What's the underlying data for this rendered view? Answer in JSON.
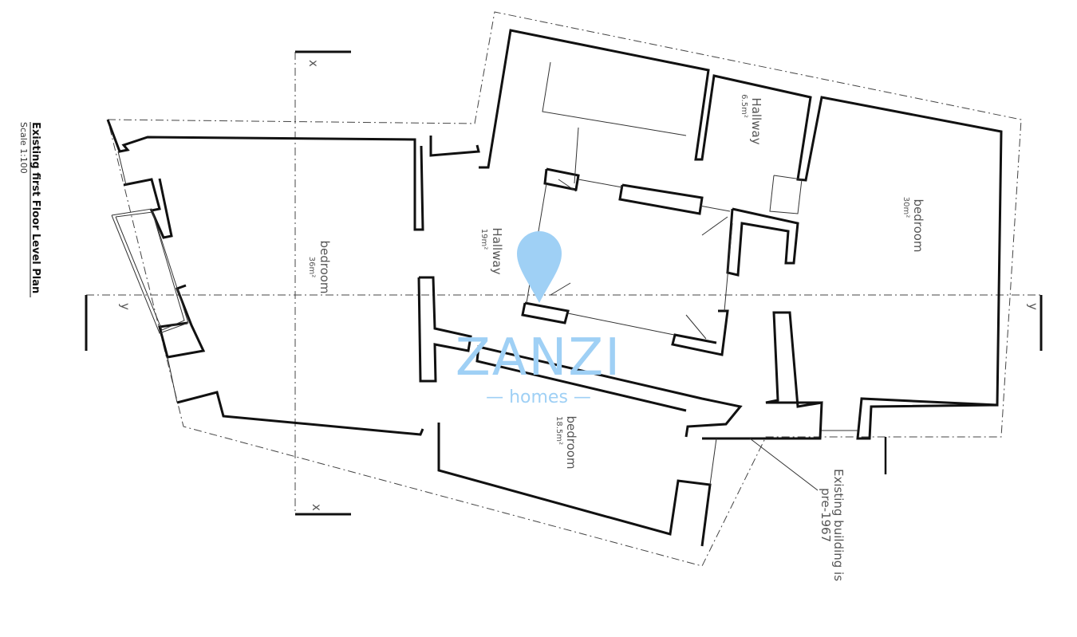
{
  "title": "Existing first Floor Level Plan",
  "scale": "Scale 1:100",
  "rooms": [
    {
      "name": "bedroom",
      "area": "36m²"
    },
    {
      "name": "Hallway",
      "area": "19m²"
    },
    {
      "name": "Hallway",
      "area": "6.5m²"
    },
    {
      "name": "bedroom",
      "area": "30m²"
    },
    {
      "name": "bedroom",
      "area": "18.5m²"
    }
  ],
  "section_marks": {
    "x_top": "x",
    "x_bottom": "x",
    "y_left": "y",
    "y_right": "y"
  },
  "note": [
    "Existing building is",
    "pre-1967"
  ],
  "watermark": {
    "brand": "ZANZI",
    "tagline": "— homes —",
    "color": "#9fd0f5"
  }
}
